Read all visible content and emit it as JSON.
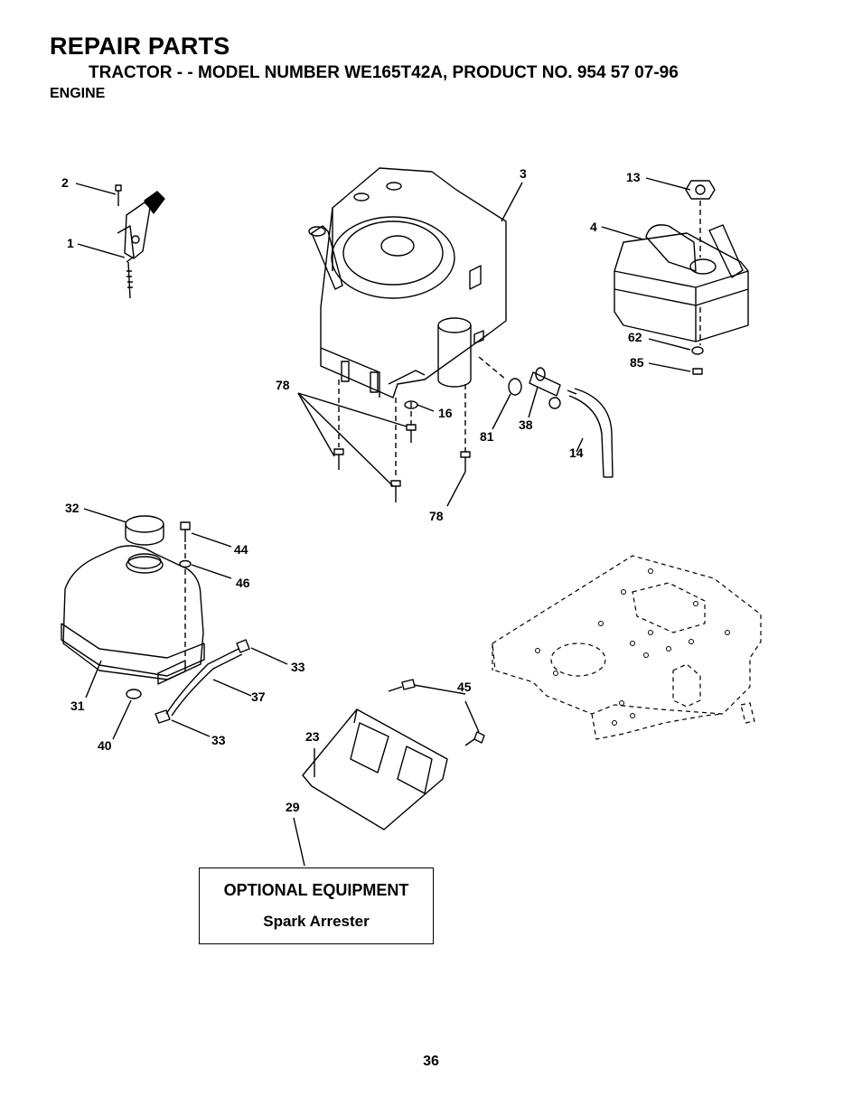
{
  "header": {
    "title": "REPAIR PARTS",
    "subtitle": "TRACTOR - - MODEL NUMBER WE165T42A, PRODUCT NO. 954 57 07-96",
    "section": "ENGINE"
  },
  "callouts": {
    "c1": "1",
    "c2": "2",
    "c3": "3",
    "c4": "4",
    "c13": "13",
    "c62": "62",
    "c85": "85",
    "c78a": "78",
    "c78b": "78",
    "c16": "16",
    "c81": "81",
    "c38": "38",
    "c14": "14",
    "c32": "32",
    "c44": "44",
    "c46": "46",
    "c31": "31",
    "c40": "40",
    "c33a": "33",
    "c33b": "33",
    "c37": "37",
    "c45": "45",
    "c23": "23",
    "c29": "29"
  },
  "optional_box": {
    "heading": "OPTIONAL EQUIPMENT",
    "item": "Spark Arrester"
  },
  "footer": {
    "page_number": "36"
  }
}
